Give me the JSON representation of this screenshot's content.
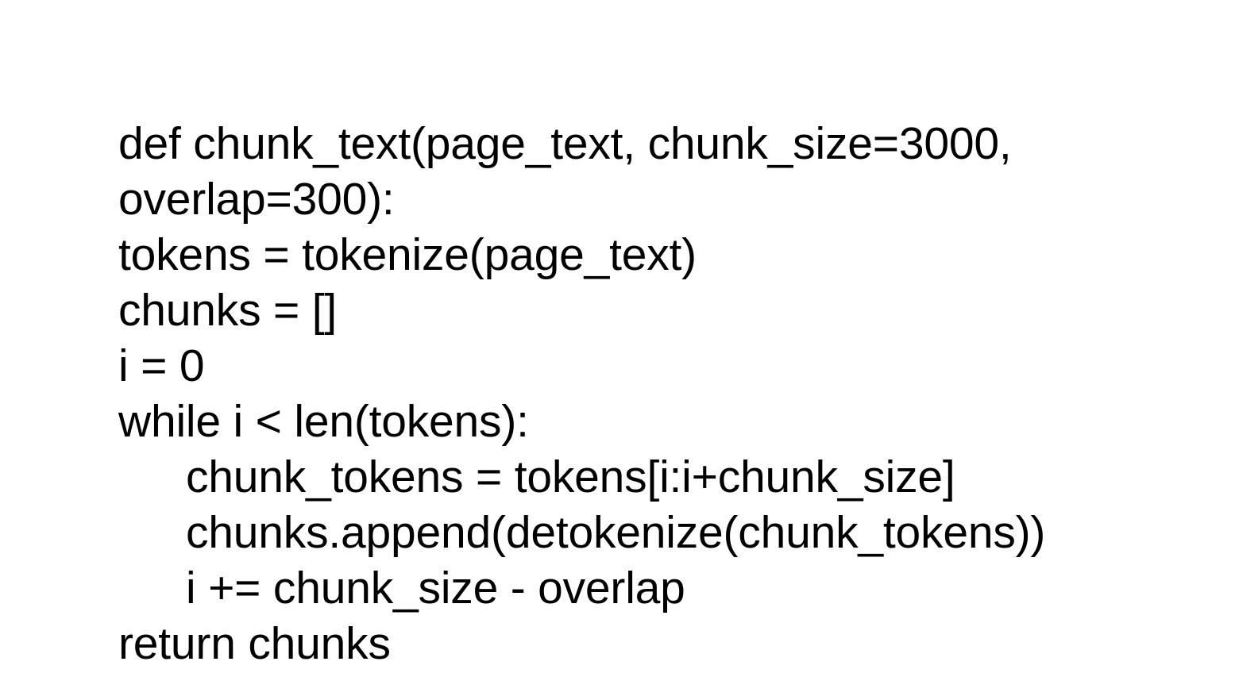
{
  "slide": {
    "background_color": "#ffffff",
    "text_color": "#000000"
  },
  "code": {
    "language": "python",
    "function_name": "chunk_text",
    "lines": [
      {
        "text": "def chunk_text(page_text, chunk_size=3000,",
        "indent": 0
      },
      {
        "text": "overlap=300):",
        "indent": 0
      },
      {
        "text": "tokens = tokenize(page_text)",
        "indent": 0
      },
      {
        "text": "chunks = []",
        "indent": 0
      },
      {
        "text": "i = 0",
        "indent": 0
      },
      {
        "text": "while i < len(tokens):",
        "indent": 0
      },
      {
        "text": "chunk_tokens = tokens[i:i+chunk_size]",
        "indent": 1
      },
      {
        "text": "chunks.append(detokenize(chunk_tokens))",
        "indent": 1
      },
      {
        "text": "i += chunk_size - overlap",
        "indent": 1
      },
      {
        "text": "return chunks",
        "indent": 0
      }
    ]
  }
}
